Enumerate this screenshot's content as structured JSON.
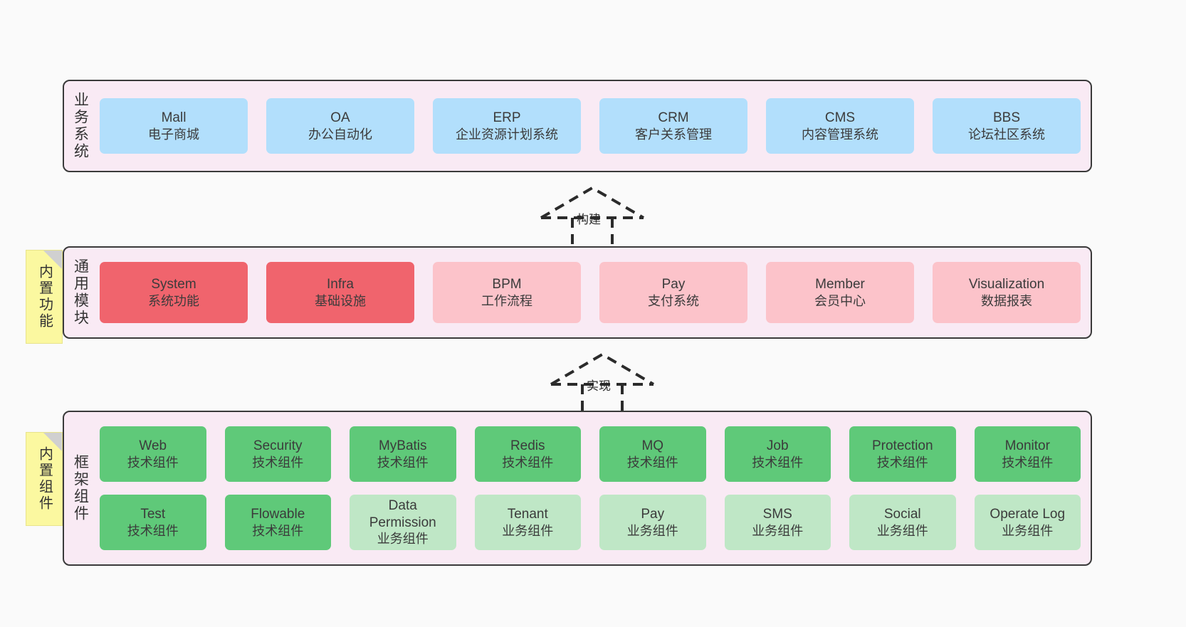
{
  "diagram": {
    "background": "#fafafa",
    "panel_bg": "#f9eaf4",
    "panel_border": "#3a3a3a"
  },
  "bands": {
    "business": {
      "title": "业务系统",
      "color": "#b2dffc",
      "nodes": [
        {
          "name": "Mall",
          "desc": "电子商城"
        },
        {
          "name": "OA",
          "desc": "办公自动化"
        },
        {
          "name": "ERP",
          "desc": "企业资源计划系统"
        },
        {
          "name": "CRM",
          "desc": "客户关系管理"
        },
        {
          "name": "CMS",
          "desc": "内容管理系统"
        },
        {
          "name": "BBS",
          "desc": "论坛社区系统"
        }
      ]
    },
    "modules": {
      "title": "通用模块",
      "sticky": "内置功能",
      "color_core": "#f0646d",
      "color_extra": "#fcc3ca",
      "nodes": [
        {
          "name": "System",
          "desc": "系统功能",
          "kind": "core"
        },
        {
          "name": "Infra",
          "desc": "基础设施",
          "kind": "core"
        },
        {
          "name": "BPM",
          "desc": "工作流程",
          "kind": "extra"
        },
        {
          "name": "Pay",
          "desc": "支付系统",
          "kind": "extra"
        },
        {
          "name": "Member",
          "desc": "会员中心",
          "kind": "extra"
        },
        {
          "name": "Visualization",
          "desc": "数据报表",
          "kind": "extra"
        }
      ]
    },
    "framework": {
      "title": "框架组件",
      "sticky": "内置组件",
      "color_tech": "#5fc979",
      "color_biz": "#bfe7c6",
      "row1": [
        {
          "name": "Web",
          "desc": "技术组件",
          "kind": "tech"
        },
        {
          "name": "Security",
          "desc": "技术组件",
          "kind": "tech"
        },
        {
          "name": "MyBatis",
          "desc": "技术组件",
          "kind": "tech"
        },
        {
          "name": "Redis",
          "desc": "技术组件",
          "kind": "tech"
        },
        {
          "name": "MQ",
          "desc": "技术组件",
          "kind": "tech"
        },
        {
          "name": "Job",
          "desc": "技术组件",
          "kind": "tech"
        },
        {
          "name": "Protection",
          "desc": "技术组件",
          "kind": "tech"
        },
        {
          "name": "Monitor",
          "desc": "技术组件",
          "kind": "tech"
        }
      ],
      "row2": [
        {
          "name": "Test",
          "desc": "技术组件",
          "kind": "tech"
        },
        {
          "name": "Flowable",
          "desc": "技术组件",
          "kind": "tech"
        },
        {
          "name": "Data Permission",
          "desc": "业务组件",
          "kind": "biz"
        },
        {
          "name": "Tenant",
          "desc": "业务组件",
          "kind": "biz"
        },
        {
          "name": "Pay",
          "desc": "业务组件",
          "kind": "biz"
        },
        {
          "name": "SMS",
          "desc": "业务组件",
          "kind": "biz"
        },
        {
          "name": "Social",
          "desc": "业务组件",
          "kind": "biz"
        },
        {
          "name": "Operate Log",
          "desc": "业务组件",
          "kind": "biz"
        }
      ]
    }
  },
  "connectors": [
    {
      "label": "构建"
    },
    {
      "label": "实现"
    }
  ]
}
